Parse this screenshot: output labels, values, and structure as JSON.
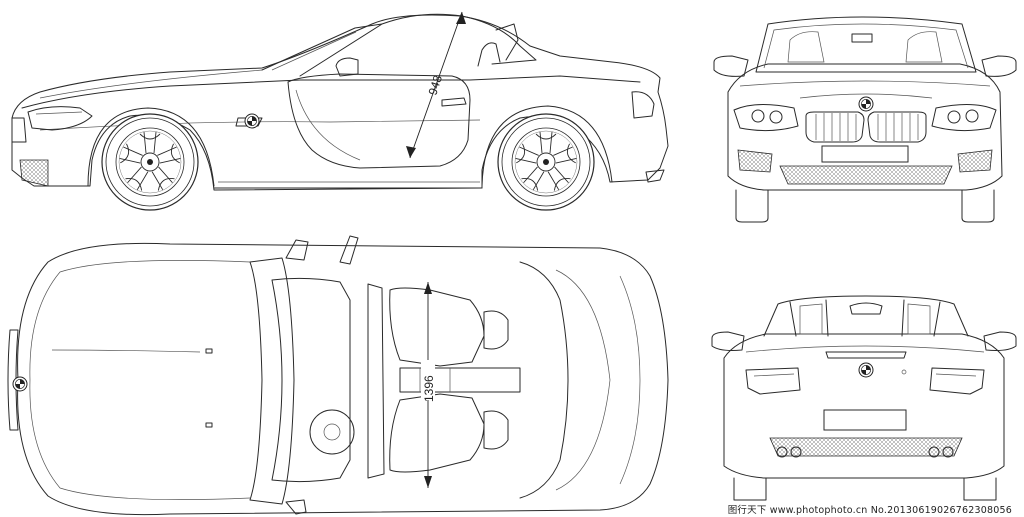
{
  "dimensions": {
    "side_view": "948",
    "top_view": "1396"
  },
  "watermark": {
    "text": "图行天下 www.photophoto.cn No.20130619026762308056"
  },
  "colors": {
    "line": "#2a2a2a",
    "background": "#ffffff"
  },
  "icons": {
    "badge": "bmw-roundel-icon",
    "wheel": "five-spoke-wheel-icon"
  }
}
